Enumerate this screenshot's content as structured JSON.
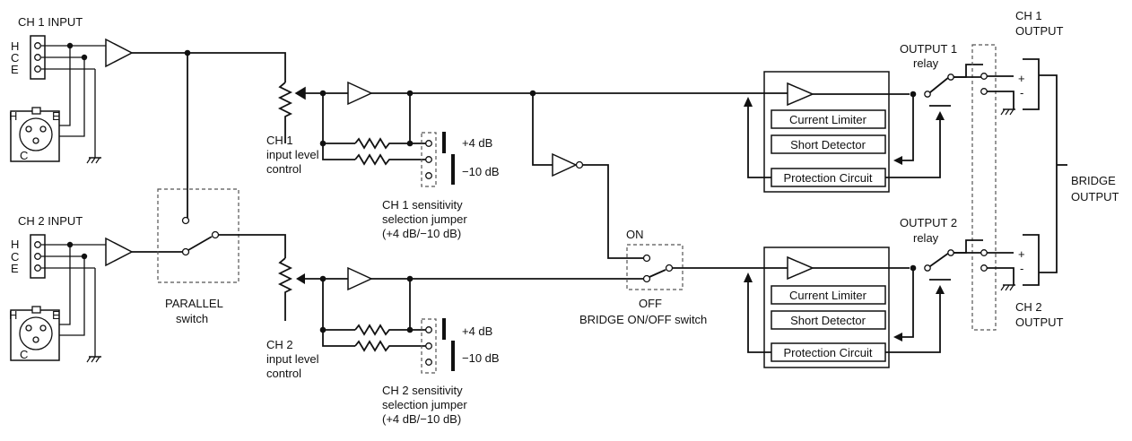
{
  "labels": {
    "ch1_input": "CH 1 INPUT",
    "ch2_input": "CH 2 INPUT",
    "hce": [
      "H",
      "C",
      "E"
    ],
    "xlr": [
      "H",
      "E",
      "C"
    ],
    "parallel_switch": [
      "PARALLEL",
      "switch"
    ],
    "ch1_level": [
      "CH 1",
      "input level",
      "control"
    ],
    "ch2_level": [
      "CH 2",
      "input level",
      "control"
    ],
    "plus4": "+4 dB",
    "minus10": "−10 dB",
    "ch1_jumper": [
      "CH 1 sensitivity",
      "selection jumper",
      "(+4 dB/−10 dB)"
    ],
    "ch2_jumper": [
      "CH 2 sensitivity",
      "selection jumper",
      "(+4 dB/−10 dB)"
    ],
    "on": "ON",
    "off": "OFF",
    "bridge_switch": "BRIDGE ON/OFF switch",
    "current_limiter": "Current Limiter",
    "short_detector": "Short Detector",
    "protection_circuit": "Protection Circuit",
    "output1_relay": [
      "OUTPUT 1",
      "relay"
    ],
    "output2_relay": [
      "OUTPUT 2",
      "relay"
    ],
    "ch1_output": [
      "CH 1",
      "OUTPUT"
    ],
    "ch2_output": [
      "CH 2",
      "OUTPUT"
    ],
    "bridge_output": [
      "BRIDGE",
      "OUTPUT"
    ],
    "plus": "+",
    "minus": "-"
  }
}
